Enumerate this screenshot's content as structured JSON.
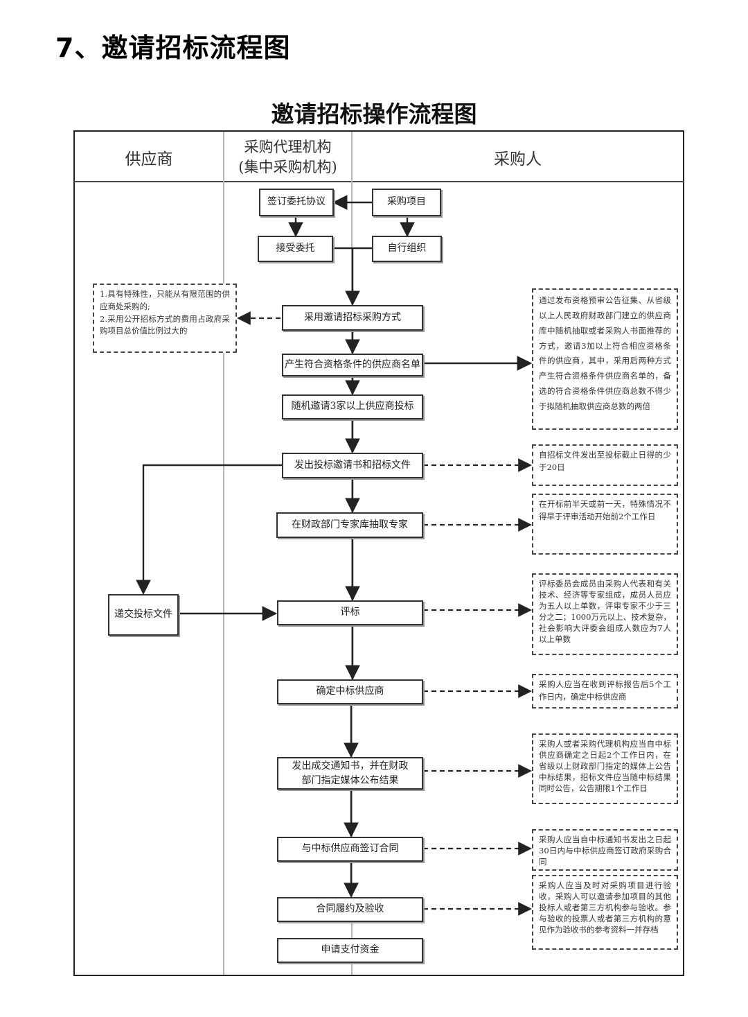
{
  "page_heading": "7、邀请招标流程图",
  "diagram_title": "邀请招标操作流程图",
  "lanes": {
    "supplier": "供应商",
    "agency_line1": "采购代理机构",
    "agency_line2": "(集中采购机构)",
    "purchaser": "采购人"
  },
  "steps": {
    "sign_agreement": "签订委托协议",
    "procurement_project": "采购项目",
    "accept_entrust": "接受委托",
    "self_organize": "自行组织",
    "adopt_method": "采用邀请招标采购方式",
    "produce_list": "产生符合资格条件的供应商名单",
    "invite_suppliers": "随机邀请3家以上供应商投标",
    "issue_docs": "发出投标邀请书和招标文件",
    "extract_experts": "在财政部门专家库抽取专家",
    "submit_bids": "递交投标文件",
    "evaluation": "评标",
    "determine_winner": "确定中标供应商",
    "notice_line1": "发出成交通知书，并在财政",
    "notice_line2": "部门指定媒体公布结果",
    "sign_contract": "与中标供应商签订合同",
    "acceptance": "合同履约及验收",
    "payment": "申请支付资金"
  },
  "notes": {
    "conditions_line1": "1.具有特殊性，只能从有限范围的供应商处采购的;",
    "conditions_line2": "2.采用公开招标方式的费用占政府采购项目总价值比例过大的",
    "qualification": "通过发布资格预审公告征集、从省级以上人民政府财政部门建立的供应商库中随机抽取或者采购人书面推荐的方式，邀请3加以上符合相应资格条件的供应商，其中，采用后两种方式产生符合资格条件供应商名单的，备选的符合资格条件供应商总数不得少于拟随机抽取供应商总数的两倍",
    "deadline": "自招标文件发出至投标截止日得的少于20日",
    "expert_timing": "在开标前半天或前一天，特殊情况不得早于评审活动开始前2个工作日",
    "committee": "评标委员会成员由采购人代表和有关技术、经济等专家组成，成员人员应为五人以上单数，评审专家不少于三分之二；1000万元以上、技术复杂，社会影响大评委会组成人数应为7人以上单数",
    "winner_timing": "采购人应当在收到评标报告后5个工作日内，确定中标供应商",
    "announcement": "采购人或者采购代理机构应当自中标供应商确定之日起2个工作日内，在省级以上财政部门指定的媒体上公告中标结果，招标文件应当随中标结果同时公告，公告期限1个工作日",
    "contract_timing": "采购人应当自中标通知书发出之日起30日内与中标供应商签订政府采购合同",
    "acceptance_rule": "采购人应当及时对采购项目进行验收，采购人可以邀请参加项目的其他投标人或者第三方机构参与验收。参与验收的投票人或者第三方机构的意见作为验收书的参考资料一并存档"
  }
}
